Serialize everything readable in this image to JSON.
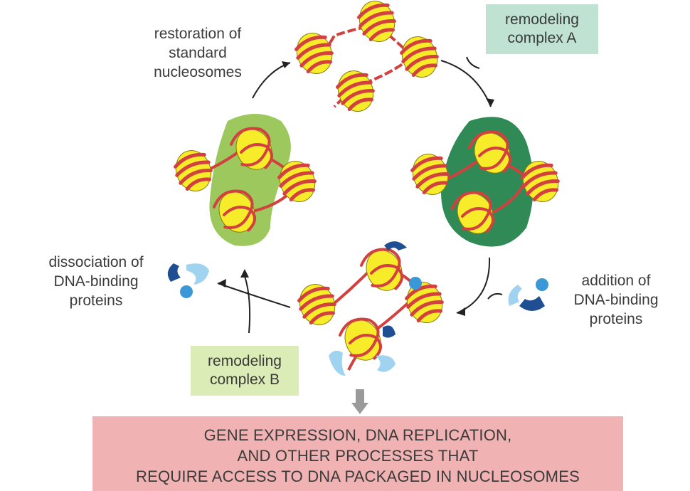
{
  "labels": {
    "restoration": [
      "restoration of",
      "standard",
      "nucleosomes"
    ],
    "dissociation": [
      "dissociation of",
      "DNA-binding",
      "proteins"
    ],
    "addition": [
      "addition of",
      "DNA-binding",
      "proteins"
    ]
  },
  "complex_a": [
    "remodeling",
    "complex A"
  ],
  "complex_b": [
    "remodeling",
    "complex B"
  ],
  "result": [
    "GENE EXPRESSION, DNA REPLICATION,",
    "AND OTHER PROCESSES THAT",
    "REQUIRE ACCESS TO DNA PACKAGED IN NUCLEOSOMES"
  ],
  "colors": {
    "nucleosome_fill": "#f7ec2a",
    "dna": "#d2403f",
    "complex_a_fill": "#2f8a55",
    "complex_b_fill": "#9cc85d",
    "protein_light": "#9fd3ef",
    "protein_mid": "#3b98d6",
    "protein_dark": "#1f4f92",
    "arrow": "#222222",
    "down_arrow": "#9a9a9a"
  }
}
